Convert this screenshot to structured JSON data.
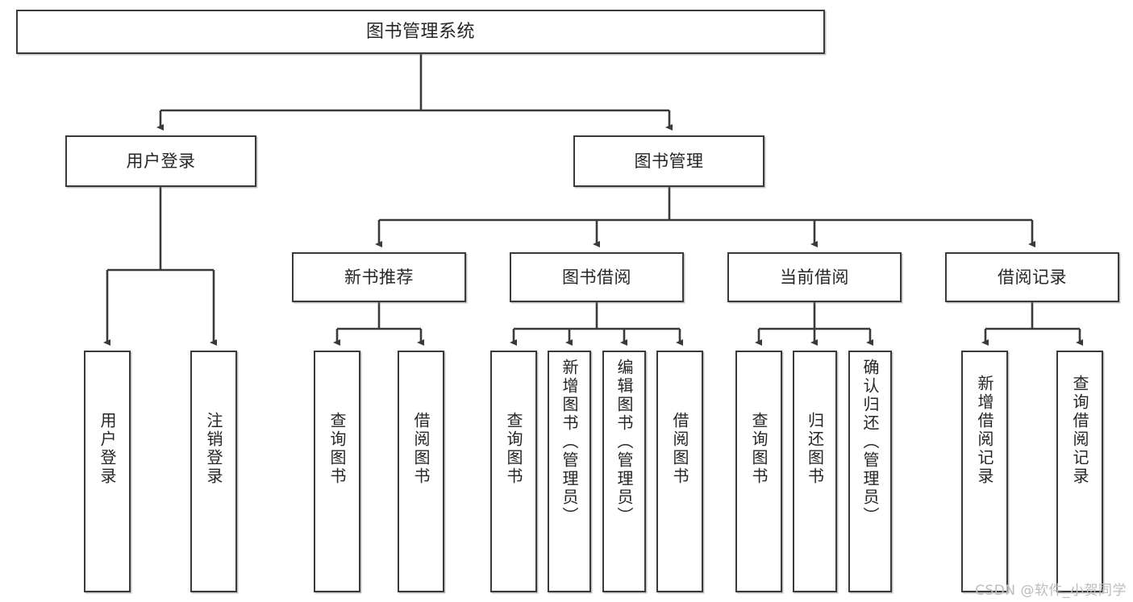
{
  "diagram": {
    "type": "tree",
    "title": "图书管理系统",
    "orientation": "top-down",
    "watermark": "CSDN @软件_小贺同学",
    "colors": {
      "stroke": "#3a3a3a",
      "node_fill": "#ffffff",
      "text": "#262626",
      "watermark": "#bdbdbd",
      "background": "#ffffff"
    },
    "root": {
      "id": "root",
      "label": "图书管理系统"
    },
    "level2": [
      {
        "id": "user-login",
        "label": "用户登录"
      },
      {
        "id": "book-manage",
        "label": "图书管理"
      }
    ],
    "level3": [
      {
        "id": "new-book-recommend",
        "label": "新书推荐",
        "parent": "book-manage"
      },
      {
        "id": "book-borrow",
        "label": "图书借阅",
        "parent": "book-manage"
      },
      {
        "id": "current-borrow",
        "label": "当前借阅",
        "parent": "book-manage"
      },
      {
        "id": "borrow-record",
        "label": "借阅记录",
        "parent": "book-manage"
      }
    ],
    "leaves": [
      {
        "id": "leaf-user-login",
        "label": "用户登录",
        "parent": "user-login"
      },
      {
        "id": "leaf-user-logout",
        "label": "注销登录",
        "parent": "user-login"
      },
      {
        "id": "leaf-query-book-1",
        "label": "查询图书",
        "parent": "new-book-recommend"
      },
      {
        "id": "leaf-borrow-book-1",
        "label": "借阅图书",
        "parent": "new-book-recommend"
      },
      {
        "id": "leaf-query-book-2",
        "label": "查询图书",
        "parent": "book-borrow"
      },
      {
        "id": "leaf-add-book",
        "label": "新增图书（管理员）",
        "parent": "book-borrow"
      },
      {
        "id": "leaf-edit-book",
        "label": "编辑图书（管理员）",
        "parent": "book-borrow"
      },
      {
        "id": "leaf-borrow-book-2",
        "label": "借阅图书",
        "parent": "book-borrow"
      },
      {
        "id": "leaf-query-book-3",
        "label": "查询图书",
        "parent": "current-borrow"
      },
      {
        "id": "leaf-return-book",
        "label": "归还图书",
        "parent": "current-borrow"
      },
      {
        "id": "leaf-confirm-return",
        "label": "确认归还（管理员）",
        "parent": "current-borrow"
      },
      {
        "id": "leaf-add-record",
        "label": "新增借阅记录",
        "parent": "borrow-record"
      },
      {
        "id": "leaf-query-record",
        "label": "查询借阅记录",
        "parent": "borrow-record"
      }
    ]
  }
}
